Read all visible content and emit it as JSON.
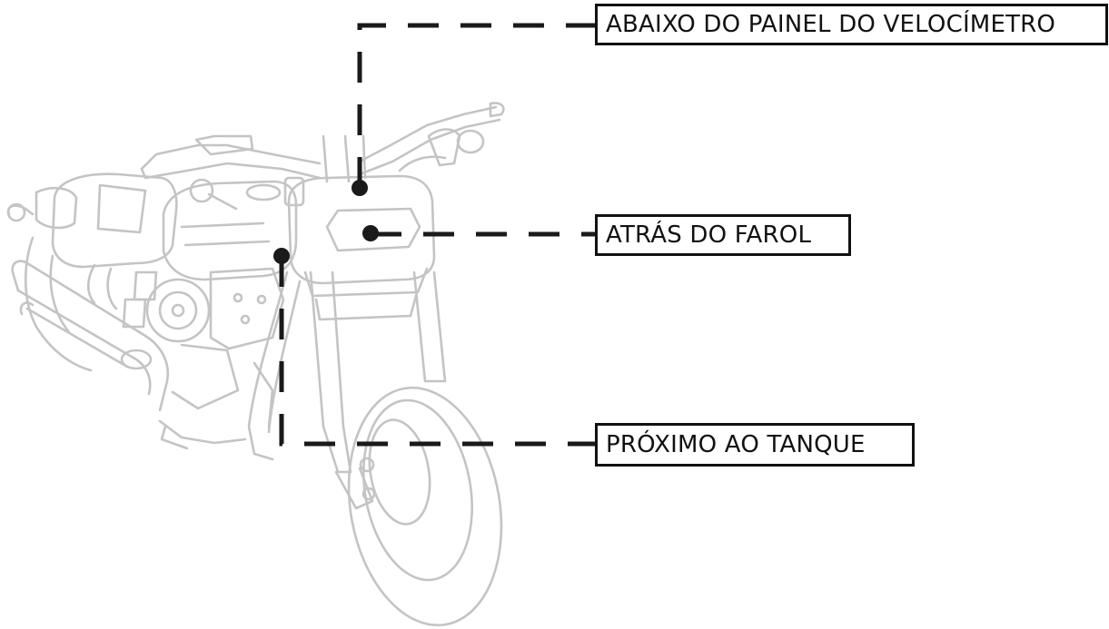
{
  "labels": {
    "speedometer": "ABAIXO DO PAINEL DO VELOCÍMETRO",
    "headlight": "ATRÁS DO FAROL",
    "tank": "PRÓXIMO AO TANQUE"
  },
  "illustration": {
    "subject": "motorcycle-line-drawing"
  },
  "colors": {
    "outline": "#c4c4c4",
    "leader": "#1a1a1a",
    "label_border": "#111111",
    "background": "#ffffff"
  }
}
